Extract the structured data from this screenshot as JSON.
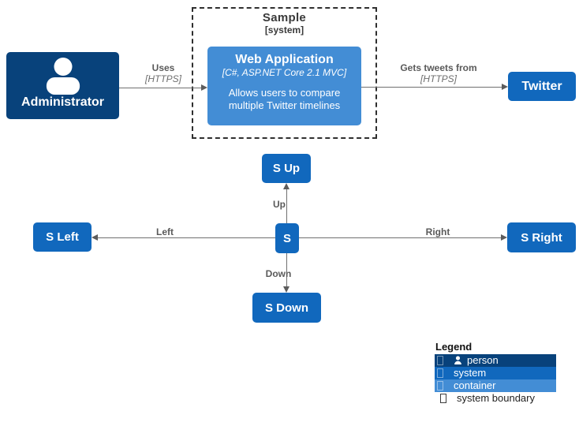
{
  "boundary": {
    "title": "Sample",
    "subtitle": "[system]"
  },
  "nodes": {
    "administrator": {
      "label": "Administrator"
    },
    "web_application": {
      "title": "Web Application",
      "tech": "[C#, ASP.NET Core 2.1 MVC]",
      "description": [
        "Allows users to compare",
        "multiple Twitter timelines"
      ]
    },
    "twitter": {
      "label": "Twitter"
    },
    "s": {
      "label": "S"
    },
    "s_up": {
      "label": "S Up"
    },
    "s_down": {
      "label": "S Down"
    },
    "s_left": {
      "label": "S Left"
    },
    "s_right": {
      "label": "S Right"
    }
  },
  "edges": {
    "uses": {
      "label": "Uses",
      "tech": "[HTTPS]"
    },
    "gets_tweets": {
      "label": "Gets tweets from",
      "tech": "[HTTPS]"
    },
    "up": {
      "label": "Up"
    },
    "down": {
      "label": "Down"
    },
    "left": {
      "label": "Left"
    },
    "right": {
      "label": "Right"
    }
  },
  "legend": {
    "title": "Legend",
    "items": [
      {
        "label": "person",
        "color": "#08427b"
      },
      {
        "label": "system",
        "color": "#1168bd"
      },
      {
        "label": "container",
        "color": "#438dd5"
      },
      {
        "label": "system boundary",
        "color": "#ffffff"
      }
    ]
  },
  "colors": {
    "person": "#08427b",
    "system": "#1168bd",
    "container": "#438dd5",
    "arrow": "#707070",
    "boundary_border": "#2f2f2f"
  }
}
